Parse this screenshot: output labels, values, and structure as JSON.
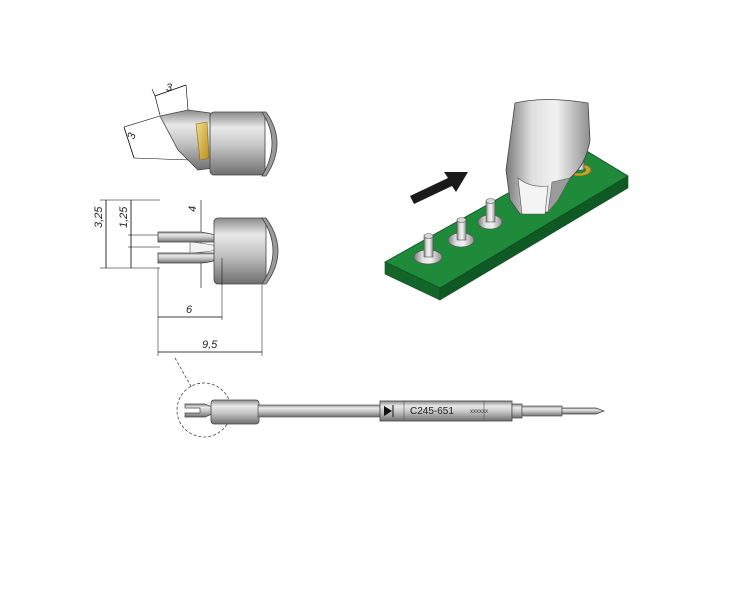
{
  "dimensions": {
    "side_width": "3",
    "side_height": "3",
    "overall_height": "3,25",
    "slot_width": "1,25",
    "tip_width": "4",
    "body_length": "6",
    "total_length": "9,5"
  },
  "cartridge": {
    "part_number": "C245-651",
    "serial": "xxxxxx"
  },
  "colors": {
    "pcb": "#1f8a3a",
    "pcb_dark": "#14652a",
    "pad": "#c9a227",
    "metal_light": "#e8e8e8",
    "metal_mid": "#b9b9b9",
    "metal_dark": "#7d7d7d",
    "arrow": "#1a1a1a"
  }
}
